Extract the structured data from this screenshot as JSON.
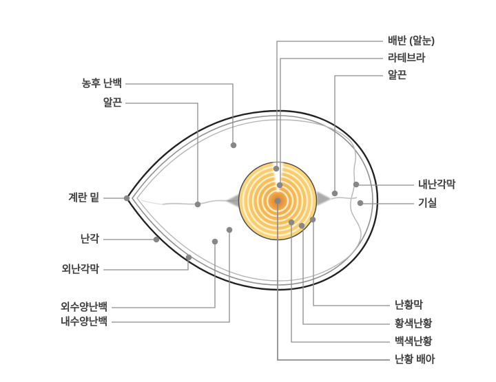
{
  "labels": {
    "germinal_disc": "배반 (알눈)",
    "latebra": "라테브라",
    "chalaza_top": "알끈",
    "thick_albumen": "농후 난백",
    "chalaza_left": "알끈",
    "egg_bottom": "계란 밑",
    "eggshell": "난각",
    "outer_shell_membrane": "외난각막",
    "outer_thin_albumen": "외수양난백",
    "inner_thin_albumen": "내수양난백",
    "inner_shell_membrane": "내난각막",
    "air_cell": "기실",
    "yolk_membrane": "난황막",
    "yellow_yolk": "황색난황",
    "white_yolk": "백색난황",
    "yolk_embryo": "난황 배아"
  },
  "colors": {
    "background": "#ffffff",
    "label_text": "#3d3d3d",
    "leader_line": "#8c8c8c",
    "marker_dot": "#878787",
    "shell_outline": "#222222",
    "outer_membrane": "#909090",
    "inner_membrane": "#b5b5b5",
    "yolk_outline": "#4f4f4f",
    "yolk_outer": "#fbd77e",
    "yolk_inner": "#ef9b3e",
    "yolk_ring": "#fff4d6",
    "yolk_core": "#dd8026",
    "chalaza": "#c6c6c6"
  }
}
